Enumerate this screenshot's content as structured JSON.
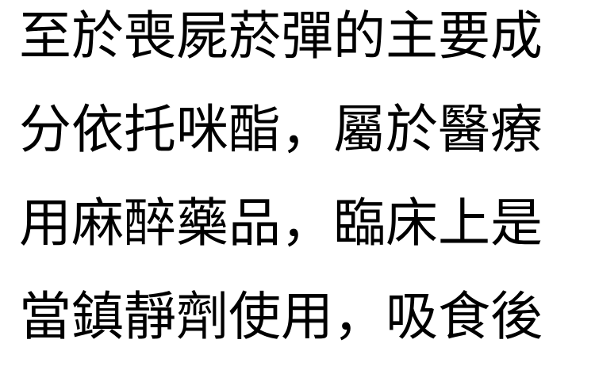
{
  "document": {
    "lines": [
      "至於喪屍菸彈的主要成",
      "分依托咪酯，屬於醫療",
      "用麻醉藥品，臨床上是",
      "當鎮靜劑使用，吸食後"
    ]
  }
}
